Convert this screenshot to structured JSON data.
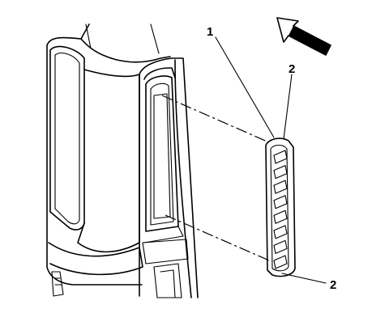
{
  "callouts": {
    "one": "1",
    "two_top": "2",
    "two_bottom": "2"
  },
  "icons": {
    "direction": "direction-arrow-icon"
  },
  "colors": {
    "line": "#000000",
    "background": "#ffffff"
  }
}
